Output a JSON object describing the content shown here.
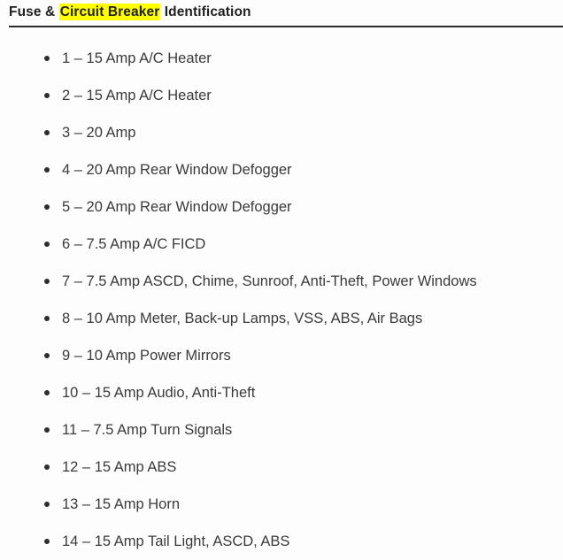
{
  "document": {
    "title_parts": {
      "before": "Fuse & ",
      "highlighted": "Circuit Breaker",
      "after": " Identification"
    },
    "title_full": "Fuse & Circuit Breaker Identification",
    "highlight_color": "#ffff00",
    "text_color": "#3a3a3a",
    "background_color": "#fdfdfd",
    "rule_color": "#2b2b2b"
  },
  "fuse_list": {
    "bullet_glyph": "•",
    "items": [
      {
        "number": "1",
        "rating": "15 Amp",
        "circuit": "A/C Heater",
        "text": "1 – 15 Amp A/C Heater"
      },
      {
        "number": "2",
        "rating": "15 Amp",
        "circuit": "A/C Heater",
        "text": "2 – 15 Amp A/C Heater"
      },
      {
        "number": "3",
        "rating": "20 Amp",
        "circuit": "",
        "text": "3 – 20 Amp"
      },
      {
        "number": "4",
        "rating": "20 Amp",
        "circuit": "Rear Window Defogger",
        "text": "4 – 20 Amp Rear Window Defogger"
      },
      {
        "number": "5",
        "rating": "20 Amp",
        "circuit": "Rear Window Defogger",
        "text": "5 – 20 Amp Rear Window Defogger"
      },
      {
        "number": "6",
        "rating": "7.5 Amp",
        "circuit": "A/C FICD",
        "text": "6 – 7.5 Amp A/C FICD"
      },
      {
        "number": "7",
        "rating": "7.5 Amp",
        "circuit": "ASCD, Chime, Sunroof, Anti-Theft, Power Windows",
        "text": "7 – 7.5 Amp ASCD, Chime, Sunroof, Anti-Theft, Power Windows"
      },
      {
        "number": "8",
        "rating": "10 Amp",
        "circuit": "Meter, Back-up Lamps, VSS, ABS, Air Bags",
        "text": "8 – 10 Amp Meter, Back-up Lamps, VSS, ABS, Air Bags"
      },
      {
        "number": "9",
        "rating": "10 Amp",
        "circuit": "Power Mirrors",
        "text": "9 – 10 Amp Power Mirrors"
      },
      {
        "number": "10",
        "rating": "15 Amp",
        "circuit": "Audio, Anti-Theft",
        "text": "10 – 15 Amp Audio, Anti-Theft"
      },
      {
        "number": "11",
        "rating": "7.5 Amp",
        "circuit": "Turn Signals",
        "text": "11 – 7.5 Amp Turn Signals"
      },
      {
        "number": "12",
        "rating": "15 Amp",
        "circuit": "ABS",
        "text": "12 – 15 Amp ABS"
      },
      {
        "number": "13",
        "rating": "15 Amp",
        "circuit": "Horn",
        "text": "13 – 15 Amp Horn"
      },
      {
        "number": "14",
        "rating": "15 Amp",
        "circuit": "Tail Light, ASCD, ABS",
        "text": "14 – 15 Amp Tail Light, ASCD, ABS"
      }
    ]
  }
}
